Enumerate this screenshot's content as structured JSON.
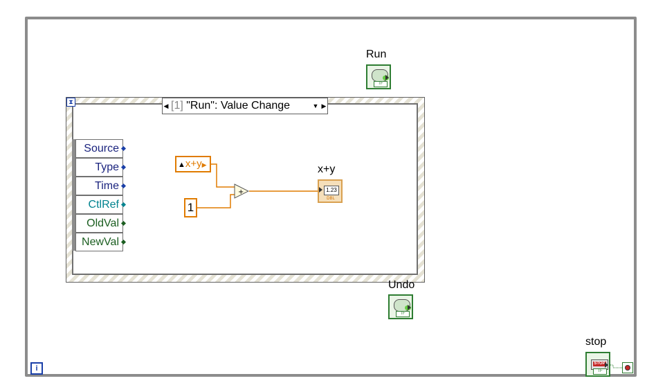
{
  "loop": {
    "iteration_label": "i"
  },
  "event_structure": {
    "case_index": "[1]",
    "case_name": "\"Run\": Value Change",
    "event_data_items": [
      {
        "label": "Source",
        "color": "#1a237e"
      },
      {
        "label": "Type",
        "color": "#1a237e"
      },
      {
        "label": "Time",
        "color": "#1a237e"
      },
      {
        "label": "CtlRef",
        "color": "#00838f"
      },
      {
        "label": "OldVal",
        "color": "#1b5e20"
      },
      {
        "label": "NewVal",
        "color": "#1b5e20"
      }
    ]
  },
  "nodes": {
    "local_variable_label": "x+y",
    "constant_value": "1",
    "add_symbol": "+",
    "indicator_label": "x+y",
    "indicator_display": "1.23",
    "indicator_type": "DBL"
  },
  "controls": {
    "run_label": "Run",
    "undo_label": "Undo",
    "stop_label": "stop",
    "stop_button_text": "STOP",
    "bool_type": "TF"
  },
  "colors": {
    "numeric_wire": "#e07b00",
    "bool_wire": "#2e7d32",
    "frame": "#8c8c8c"
  }
}
